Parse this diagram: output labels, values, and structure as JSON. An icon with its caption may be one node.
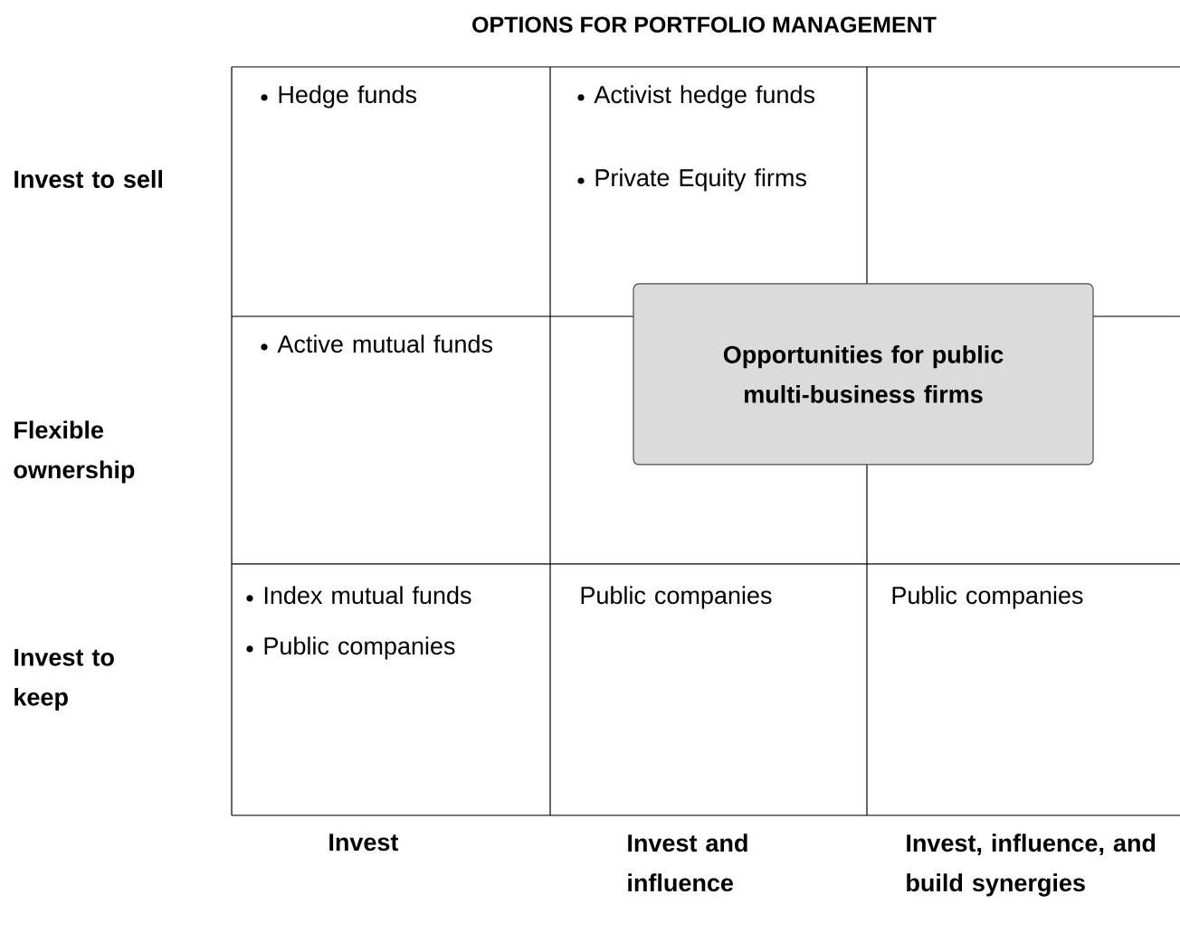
{
  "diagram": {
    "title": "OPTIONS FOR PORTFOLIO MANAGEMENT",
    "nodes": [
      {
        "text": [
          "Opportunities for public multi-business firms"
        ]
      }
    ],
    "labels": [
      "Invest to sell",
      "Hedge funds",
      "Activist hedge funds",
      "Private Equity firms",
      "Flexible ownership",
      "Active mutual funds",
      "Invest to keep",
      "Index mutual funds",
      "Public companies",
      "Public companies",
      "Public companies",
      "Invest",
      "Invest and influence",
      "Invest, influence, and build synergies"
    ]
  }
}
